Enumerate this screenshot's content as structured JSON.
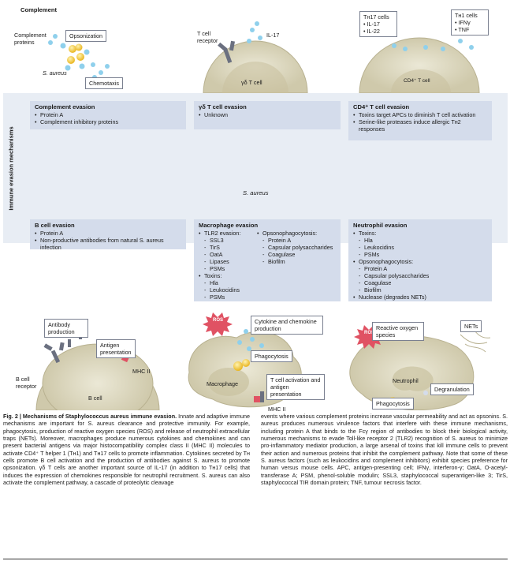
{
  "top": {
    "complement_heading": "Complement",
    "complement_proteins": "Complement proteins",
    "opsonization": "Opsonization",
    "s_aureus": "S. aureus",
    "chemotaxis": "Chemotaxis",
    "t_cell_receptor": "T cell receptor",
    "il17": "IL-17",
    "gd_t_cell": "γδ T cell",
    "th17_title": "Tʜ17 cells",
    "th17_items": [
      "IL-17",
      "IL-22"
    ],
    "th1_title": "Tʜ1 cells",
    "th1_items": [
      "IFNγ",
      "TNF"
    ],
    "cd4_t_cell": "CD4⁺ T cell"
  },
  "panel": {
    "side_label": "Immune evasion mechanisms",
    "center_label": "S. aureus",
    "complement": {
      "title": "Complement evasion",
      "items": [
        "Protein A",
        "Complement inhibitory proteins"
      ]
    },
    "gd": {
      "title": "γδ T cell evasion",
      "items": [
        "Unknown"
      ]
    },
    "cd4": {
      "title": "CD4⁺ T cell evasion",
      "items": [
        "Toxins target APCs to diminish T cell activation",
        "Serine-like proteases induce allergic Tʜ2 responses"
      ]
    },
    "bcell": {
      "title": "B cell evasion",
      "items": [
        "Protein A",
        "Non-productive antibodies from natural S. aureus infection"
      ]
    },
    "macrophage": {
      "title": "Macrophage evasion",
      "tlr2": "TLR2 evasion:",
      "tlr2_items": [
        "SSL3",
        "TirS",
        "OatA",
        "Lipases",
        "PSMs"
      ],
      "toxins": "Toxins:",
      "toxin_items": [
        "Hla",
        "Leukocidins",
        "PSMs"
      ],
      "opso": "Opsonophagocytosis:",
      "opso_items": [
        "Protein A",
        "Capsular polysaccharides",
        "Coagulase",
        "Biofilm"
      ]
    },
    "neutrophil": {
      "title": "Neutrophil evasion",
      "toxins": "Toxins:",
      "toxin_items": [
        "Hla",
        "Leukocidins",
        "PSMs"
      ],
      "opso": "Opsonophagocytosis:",
      "opso_items": [
        "Protein A",
        "Capsular polysaccharides",
        "Coagulase",
        "Biofilm"
      ],
      "nuclease": "Nuclease (degrades NETs)"
    }
  },
  "bottom": {
    "antibody_production": "Antibody production",
    "antigen_presentation": "Antigen presentation",
    "mhc2_b": "MHC II",
    "b_cell_receptor": "B cell receptor",
    "b_cell": "B cell",
    "ros": "ROS",
    "cytokine": "Cytokine and chemokine production",
    "phagocytosis": "Phagocytosis",
    "macrophage": "Macrophage",
    "t_activation": "T cell activation and antigen presentation",
    "mhc2_m": "MHC II",
    "ros2": "ROS",
    "reactive_oxygen": "Reactive oxygen species",
    "nets": "NETs",
    "neutrophil": "Neutrophil",
    "degranulation": "Degranulation",
    "phagocytosis2": "Phagocytosis"
  },
  "caption": {
    "fig_label": "Fig. 2 | Mechanisms of Staphylococcus aureus immune evasion.",
    "col1": "Innate and adaptive immune mechanisms are important for S. aureus clearance and protective immunity. For example, phagocytosis, production of reactive oxygen species (ROS) and release of neutrophil extracellular traps (NETs). Moreover, macrophages produce numerous cytokines and chemokines and can present bacterial antigens via major histocompatibility complex class II (MHC II) molecules to activate CD4⁺ T helper 1 (Tʜ1) and Tʜ17 cells to promote inflammation. Cytokines secreted by Tʜ cells promote B cell activation and the production of antibodies against S. aureus to promote opsonization. γδ T cells are another important source of IL-17 (in addition to Tʜ17 cells) that induces the expression of chemokines responsible for neutrophil recruitment. S. aureus can also activate the complement pathway, a cascade of proteolytic cleavage",
    "col2": "events where various complement proteins increase vascular permeability and act as opsonins. S. aureus produces numerous virulence factors that interfere with these immune mechanisms, including protein A that binds to the Fcγ region of antibodies to block their biological activity, numerous mechanisms to evade Toll-like receptor 2 (TLR2) recognition of S. aureus to minimize pro-inflammatory mediator production, a large arsenal of toxins that kill immune cells to prevent their action and numerous proteins that inhibit the complement pathway. Note that some of these S. aureus factors (such as leukocidins and complement inhibitors) exhibit species preference for human versus mouse cells. APC, antigen-presenting cell; IFNγ, interferon-γ; OatA, O-acetyl-transferase A; PSM, phenol-soluble modulin; SSL3, staphylococcal superantigen-like 3; TirS, staphylococcal TIR domain protein; TNF, tumour necrosis factor."
  },
  "colors": {
    "panel": "#e8edf4",
    "box": "#d4dceb",
    "cell": "#dcd8c4",
    "bacteria": "#f4c430",
    "complement": "#8fd0ec",
    "arrow": "#3b4d78"
  }
}
